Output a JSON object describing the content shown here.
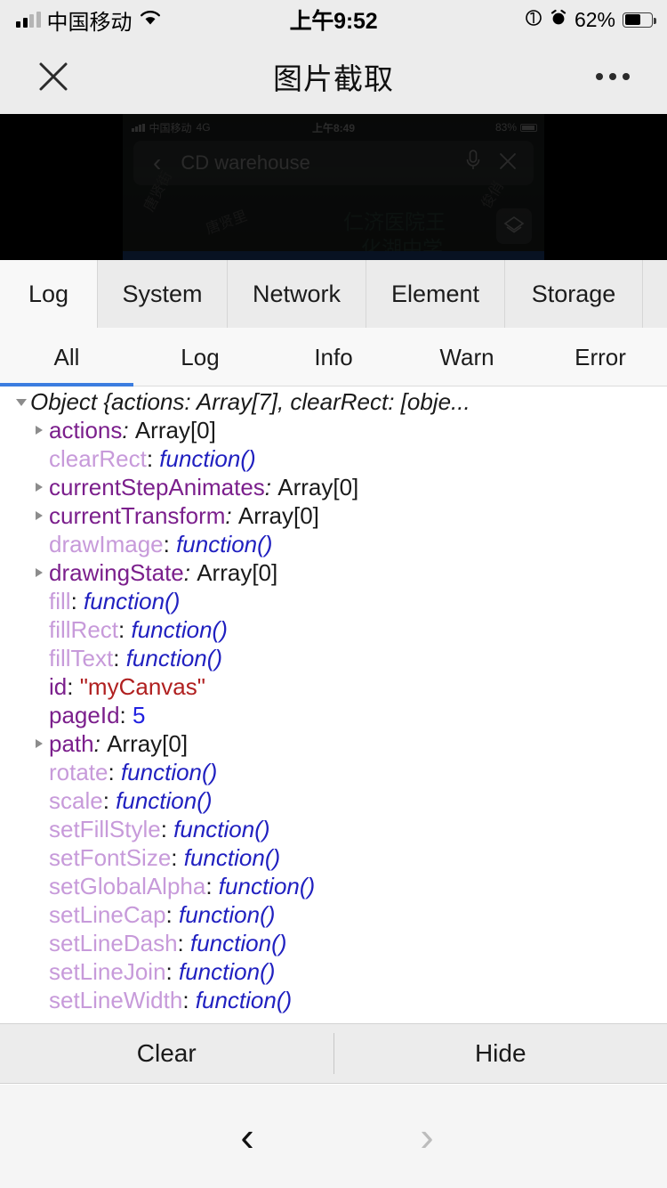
{
  "status_bar": {
    "carrier": "中国移动",
    "wifi_icon": "wifi-icon",
    "signal_icon": "signal-bars-icon",
    "time": "上午9:52",
    "rotation_lock_icon": "rotation-lock-icon",
    "alarm_icon": "alarm-clock-icon",
    "battery_percent": "62%",
    "battery_icon": "battery-icon"
  },
  "nav_bar": {
    "close_icon": "close-icon",
    "title": "图片截取",
    "more_icon": "more-options-icon"
  },
  "preview": {
    "inner_status": {
      "carrier": "中国移动",
      "network": "4G",
      "time": "上午8:49",
      "battery_percent": "83%"
    },
    "search": {
      "back_icon": "back-chevron-icon",
      "query": "CD warehouse",
      "mic_icon": "microphone-icon",
      "clear_icon": "close-icon"
    },
    "map_labels": [
      "唐贤街",
      "唐贤里",
      "仁济医院王",
      "化湖中学",
      "俊俏"
    ],
    "layers_icon": "map-layers-icon"
  },
  "tabs": [
    {
      "label": "Log",
      "active": true
    },
    {
      "label": "System",
      "active": false
    },
    {
      "label": "Network",
      "active": false
    },
    {
      "label": "Element",
      "active": false
    },
    {
      "label": "Storage",
      "active": false
    }
  ],
  "sub_tabs": [
    {
      "label": "All",
      "active": true
    },
    {
      "label": "Log",
      "active": false
    },
    {
      "label": "Info",
      "active": false
    },
    {
      "label": "Warn",
      "active": false
    },
    {
      "label": "Error",
      "active": false
    }
  ],
  "console": {
    "root": {
      "expanded": true,
      "text": "Object {actions: Array[7], clearRect: [obje..."
    },
    "rows": [
      {
        "expandable": true,
        "own": true,
        "key": "actions",
        "value": "Array[0]",
        "vtype": "arr"
      },
      {
        "expandable": false,
        "own": false,
        "key": "clearRect",
        "value": "function()",
        "vtype": "fn"
      },
      {
        "expandable": true,
        "own": true,
        "key": "currentStepAnimates",
        "value": "Array[0]",
        "vtype": "arr"
      },
      {
        "expandable": true,
        "own": true,
        "key": "currentTransform",
        "value": "Array[0]",
        "vtype": "arr"
      },
      {
        "expandable": false,
        "own": false,
        "key": "drawImage",
        "value": "function()",
        "vtype": "fn"
      },
      {
        "expandable": true,
        "own": true,
        "key": "drawingState",
        "value": "Array[0]",
        "vtype": "arr"
      },
      {
        "expandable": false,
        "own": false,
        "key": "fill",
        "value": "function()",
        "vtype": "fn"
      },
      {
        "expandable": false,
        "own": false,
        "key": "fillRect",
        "value": "function()",
        "vtype": "fn"
      },
      {
        "expandable": false,
        "own": false,
        "key": "fillText",
        "value": "function()",
        "vtype": "fn"
      },
      {
        "expandable": false,
        "own": true,
        "key": "id",
        "value": "\"myCanvas\"",
        "vtype": "str"
      },
      {
        "expandable": false,
        "own": true,
        "key": "pageId",
        "value": "5",
        "vtype": "num"
      },
      {
        "expandable": true,
        "own": true,
        "key": "path",
        "value": "Array[0]",
        "vtype": "arr"
      },
      {
        "expandable": false,
        "own": false,
        "key": "rotate",
        "value": "function()",
        "vtype": "fn"
      },
      {
        "expandable": false,
        "own": false,
        "key": "scale",
        "value": "function()",
        "vtype": "fn"
      },
      {
        "expandable": false,
        "own": false,
        "key": "setFillStyle",
        "value": "function()",
        "vtype": "fn"
      },
      {
        "expandable": false,
        "own": false,
        "key": "setFontSize",
        "value": "function()",
        "vtype": "fn"
      },
      {
        "expandable": false,
        "own": false,
        "key": "setGlobalAlpha",
        "value": "function()",
        "vtype": "fn"
      },
      {
        "expandable": false,
        "own": false,
        "key": "setLineCap",
        "value": "function()",
        "vtype": "fn"
      },
      {
        "expandable": false,
        "own": false,
        "key": "setLineDash",
        "value": "function()",
        "vtype": "fn"
      },
      {
        "expandable": false,
        "own": false,
        "key": "setLineJoin",
        "value": "function()",
        "vtype": "fn"
      },
      {
        "expandable": false,
        "own": false,
        "key": "setLineWidth",
        "value": "function()",
        "vtype": "fn"
      }
    ]
  },
  "footer": {
    "clear_label": "Clear",
    "hide_label": "Hide"
  },
  "bottom_nav": {
    "back_icon": "back-chevron-icon",
    "forward_icon": "forward-chevron-icon"
  },
  "colors": {
    "accent_blue": "#3b7de0",
    "key_own": "#7b1f8c",
    "key_proto": "#c79ada",
    "value_function": "#2020c0",
    "value_string": "#b02020",
    "value_number": "#2020e0",
    "chrome_gray": "#ececec"
  }
}
